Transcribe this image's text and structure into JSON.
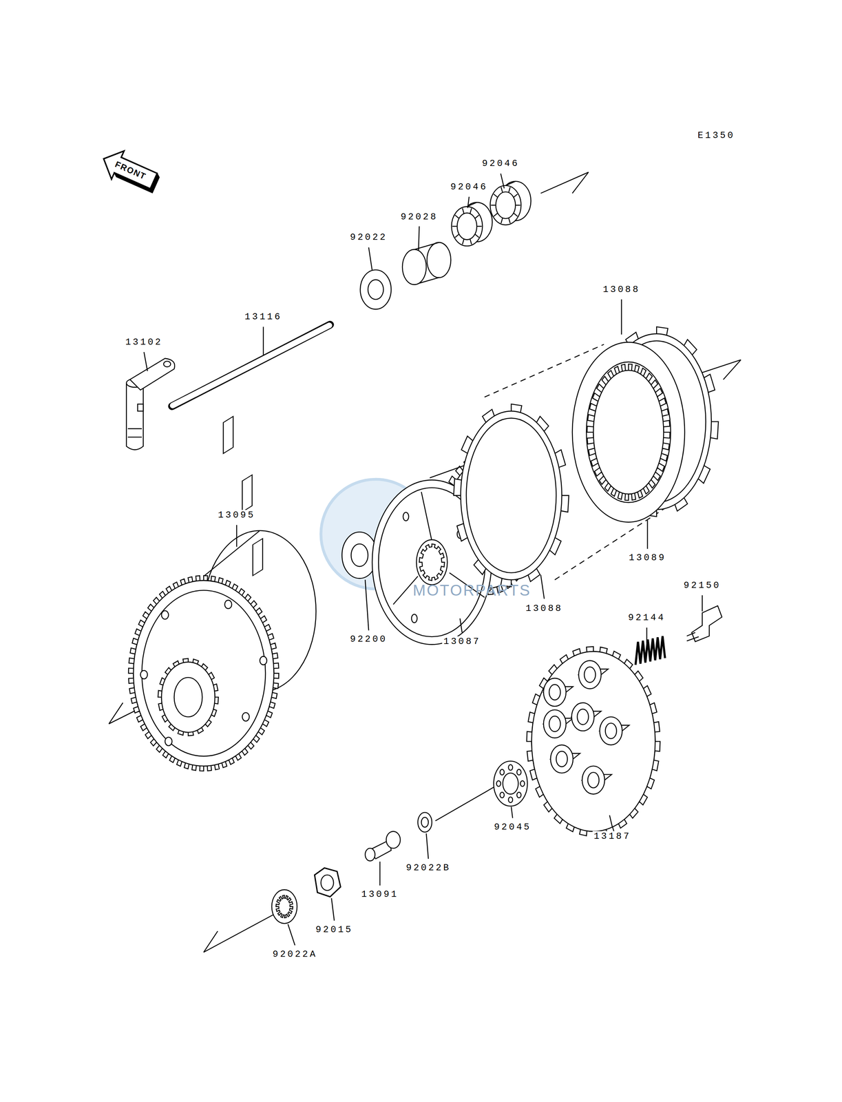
{
  "diagram": {
    "labels": [
      "E1350",
      "FRONT",
      "92046",
      "92046",
      "92028",
      "92022",
      "13088",
      "13116",
      "13102",
      "13095",
      "13089",
      "92150",
      "13088",
      "92144",
      "92200",
      "13087",
      "92045",
      "13187",
      "92022B",
      "13091",
      "92015",
      "92022A",
      "MOTORPARTS"
    ]
  }
}
